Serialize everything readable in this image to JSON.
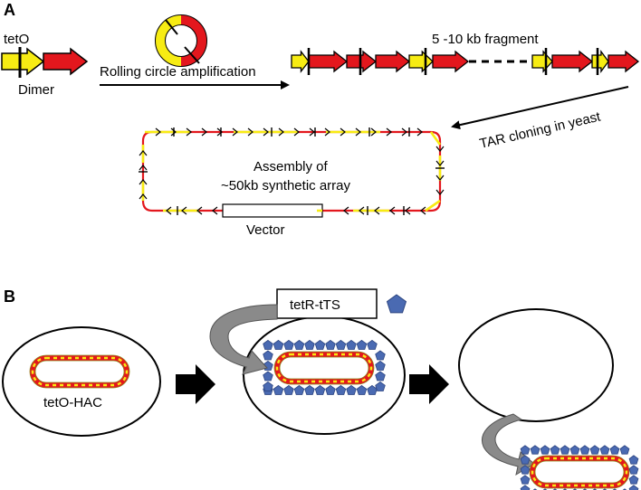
{
  "panel_a": {
    "letter": "A",
    "monomer_label": "tetO",
    "dimer_label": "Dimer",
    "rca_label": "Rolling circle amplification",
    "fragment_label": "5 -10 kb fragment",
    "tar_label": "TAR cloning in yeast",
    "assembly_line1": "Assembly of",
    "assembly_line2": "~50kb synthetic array",
    "vector_label": "Vector"
  },
  "panel_b": {
    "letter": "B",
    "hac_label": "tetO-HAC",
    "fusion_label": "tetR-tTS"
  },
  "colors": {
    "yellow": "#f7ec13",
    "red": "#e3171d",
    "blue": "#4a6ab2",
    "olive": "#8b8b1a",
    "arrow_gray": "#8a8a8a",
    "black": "#000000"
  }
}
